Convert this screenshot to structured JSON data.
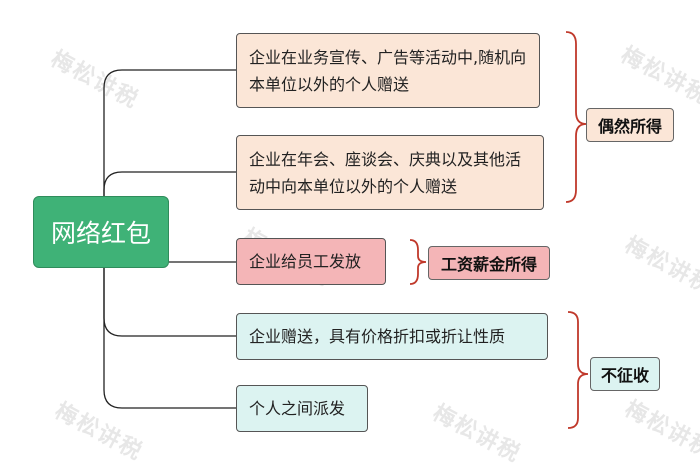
{
  "root": {
    "label": "网络红包"
  },
  "branches": [
    {
      "text": "企业在业务宣传、广告等活动中,随机向本单位以外的个人赠送"
    },
    {
      "text": "企业在年会、座谈会、庆典以及其他活动中向本单位以外的个人赠送"
    },
    {
      "text": "企业给员工发放"
    },
    {
      "text": "企业赠送，具有价格折扣或折让性质"
    },
    {
      "text": "个人之间派发"
    }
  ],
  "categories": [
    {
      "label": "偶然所得"
    },
    {
      "label": "工资薪金所得"
    },
    {
      "label": "不征收"
    }
  ],
  "watermark": "梅松讲税",
  "colors": {
    "root": "#3fb277",
    "branch_peach": "#fbe6d7",
    "branch_pink": "#f4b5b7",
    "branch_cyan": "#dcf3f1",
    "bracket": "#c0392b",
    "connector": "#222222"
  }
}
